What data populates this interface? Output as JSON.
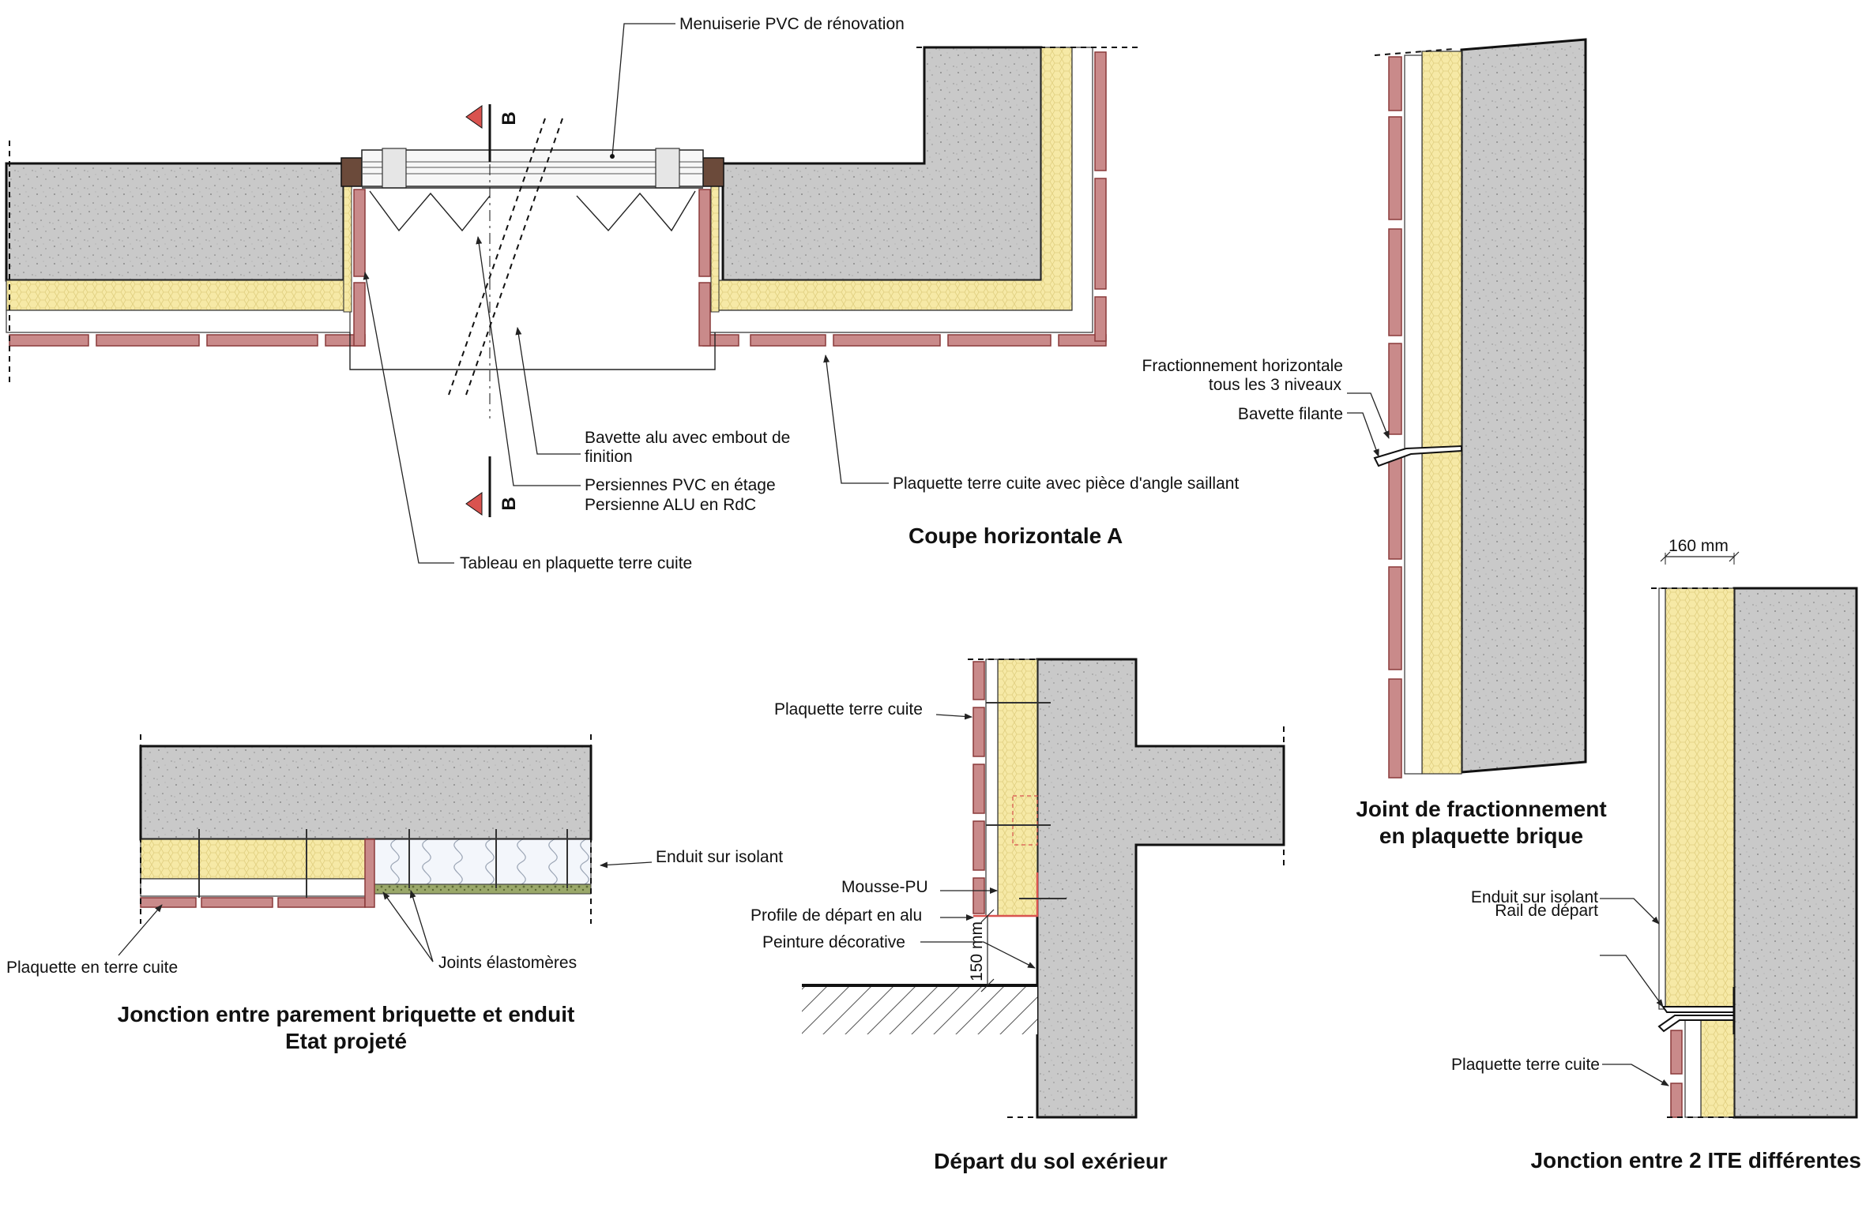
{
  "colors": {
    "concrete": "#c9c9c9",
    "insulation": "#f6e9a6",
    "brick": "#c98a8a",
    "brick_stroke": "#8a3a3a",
    "render": "#ffffff",
    "window_frame": "#6b4a3a",
    "section_marker": "#d9534f",
    "mineral_wool": "#e8eef6",
    "elastomer": "#9aa86a"
  },
  "views": {
    "horizontal_section": {
      "title": "Coupe horizontale A",
      "marker_top": "B",
      "marker_bottom": "B",
      "labels": {
        "window": "Menuiserie PVC de rénovation",
        "sill_line1": "Bavette alu avec embout de",
        "sill_line2": "finition",
        "shutters_line1": "Persiennes PVC en étage",
        "shutters_line2": "Persienne ALU en RdC",
        "reveal": "Tableau en plaquette terre cuite",
        "corner": "Plaquette terre cuite avec pièce d'angle saillant"
      }
    },
    "fractioning_joint": {
      "title_line1": "Joint de fractionnement",
      "title_line2": "en plaquette brique",
      "labels": {
        "fractioning_line1": "Fractionnement horizontale",
        "fractioning_line2": "tous les 3 niveaux",
        "drip": "Bavette filante"
      }
    },
    "junction_brick_render": {
      "title_line1": "Jonction entre parement briquette et enduit",
      "title_line2": "Etat projeté",
      "labels": {
        "render": "Enduit  sur isolant",
        "brick": "Plaquette en terre cuite",
        "joints": "Joints élastomères"
      }
    },
    "ground_start": {
      "title": "Départ du sol exérieur",
      "labels": {
        "brick": "Plaquette terre cuite",
        "foam": "Mousse-PU",
        "profile": "Profile de départ en alu",
        "paint": "Peinture décorative",
        "dimension": "150 mm"
      }
    },
    "two_systems": {
      "title": "Jonction entre 2 ITE différentes",
      "labels": {
        "dimension": "160 mm",
        "render": "Enduit sur isolant",
        "rail": "Rail de départ",
        "brick": "Plaquette terre cuite"
      }
    }
  }
}
